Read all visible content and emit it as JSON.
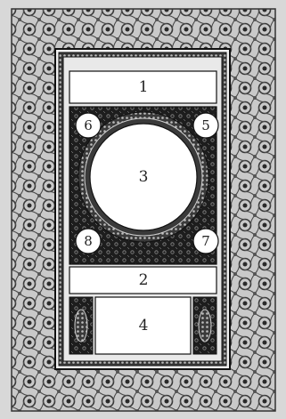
{
  "panels": [
    {
      "id": "1",
      "label": "1"
    },
    {
      "id": "2",
      "label": "2"
    },
    {
      "id": "3",
      "label": "3"
    },
    {
      "id": "4",
      "label": "4"
    },
    {
      "id": "5",
      "label": "5"
    },
    {
      "id": "6",
      "label": "6"
    },
    {
      "id": "7",
      "label": "7"
    },
    {
      "id": "8",
      "label": "8"
    }
  ]
}
